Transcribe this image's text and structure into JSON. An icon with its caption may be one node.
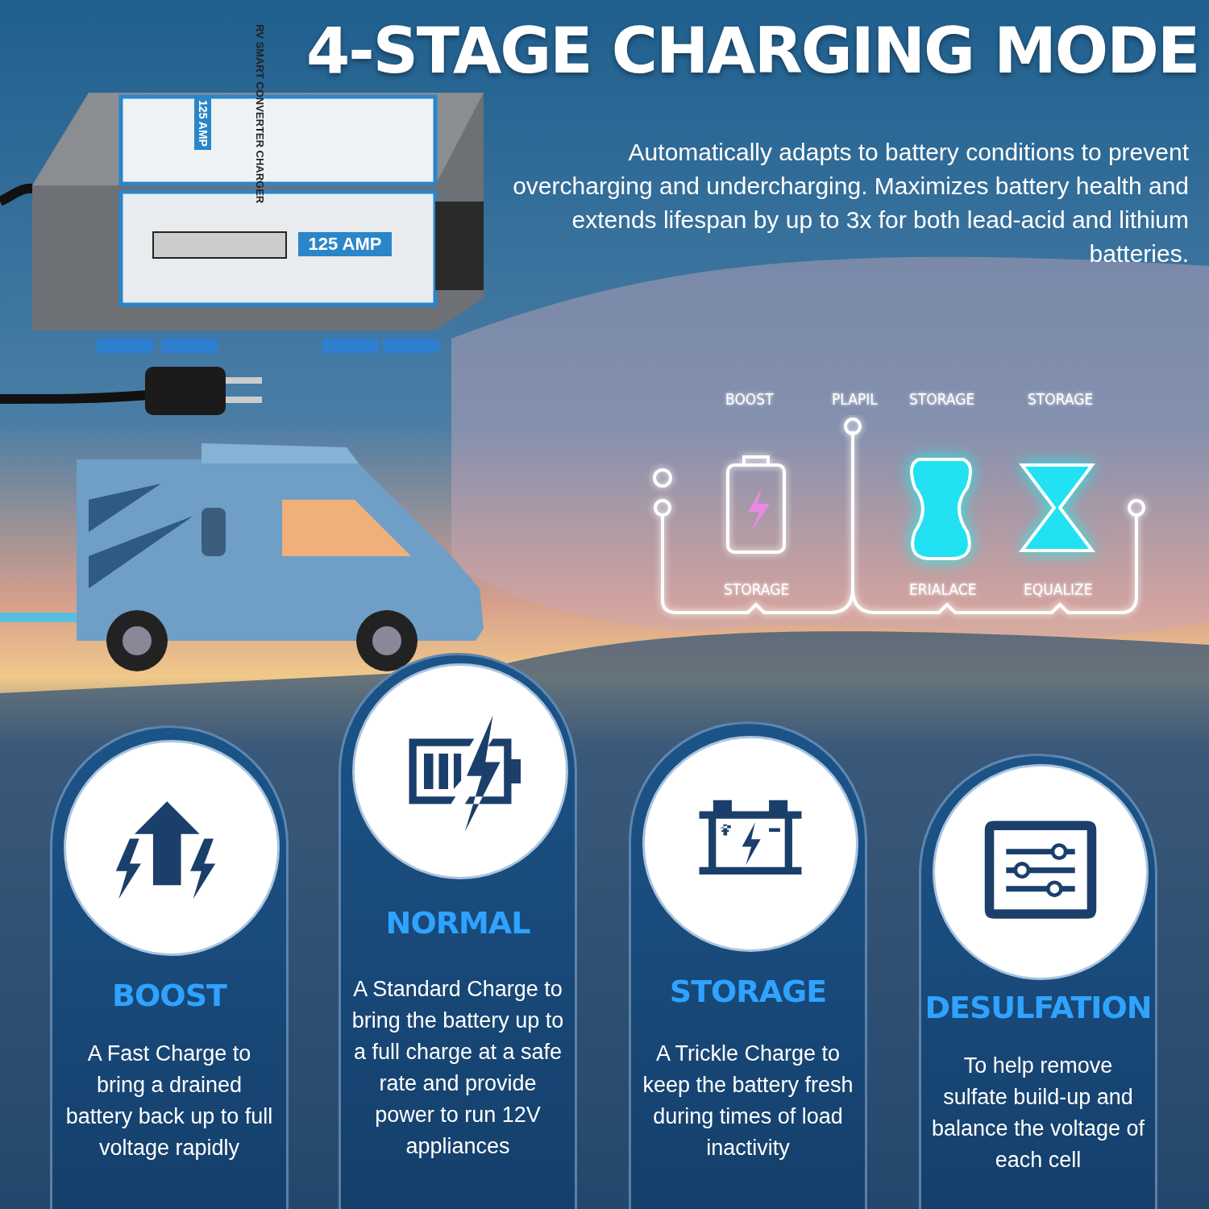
{
  "diagram": {
    "title": "4-STAGE CHARGING MODE",
    "nodes": [
      {
        "text": [
          "BOOST",
          "A Fast Charge to bring a drained battery back up to full voltage rapidly"
        ]
      },
      {
        "text": [
          "NORMAL",
          "A Standard Charge to bring the battery up to a full charge at a safe rate and provide power to run 12V appliances"
        ]
      },
      {
        "text": [
          "STORAGE",
          "A Trickle Charge to keep the battery fresh during times of load inactivity"
        ]
      },
      {
        "text": [
          "DESULFATION",
          "To help remove sulfate build-up and balance the voltage of each cell"
        ]
      }
    ],
    "labels": [
      "Automatically adapts to battery conditions to prevent overcharging and undercharging. Maximizes battery health and extends lifespan by up to 3x for both lead-acid and lithium batteries.",
      "RV SMART CONVERTER CHARGER",
      "125 AMP",
      "125 AMP",
      "BOOST",
      "PLAPIL",
      "STORAGE",
      "STORAGE",
      "STORAGE",
      "ERIALACE",
      "EQUALIZE"
    ]
  }
}
